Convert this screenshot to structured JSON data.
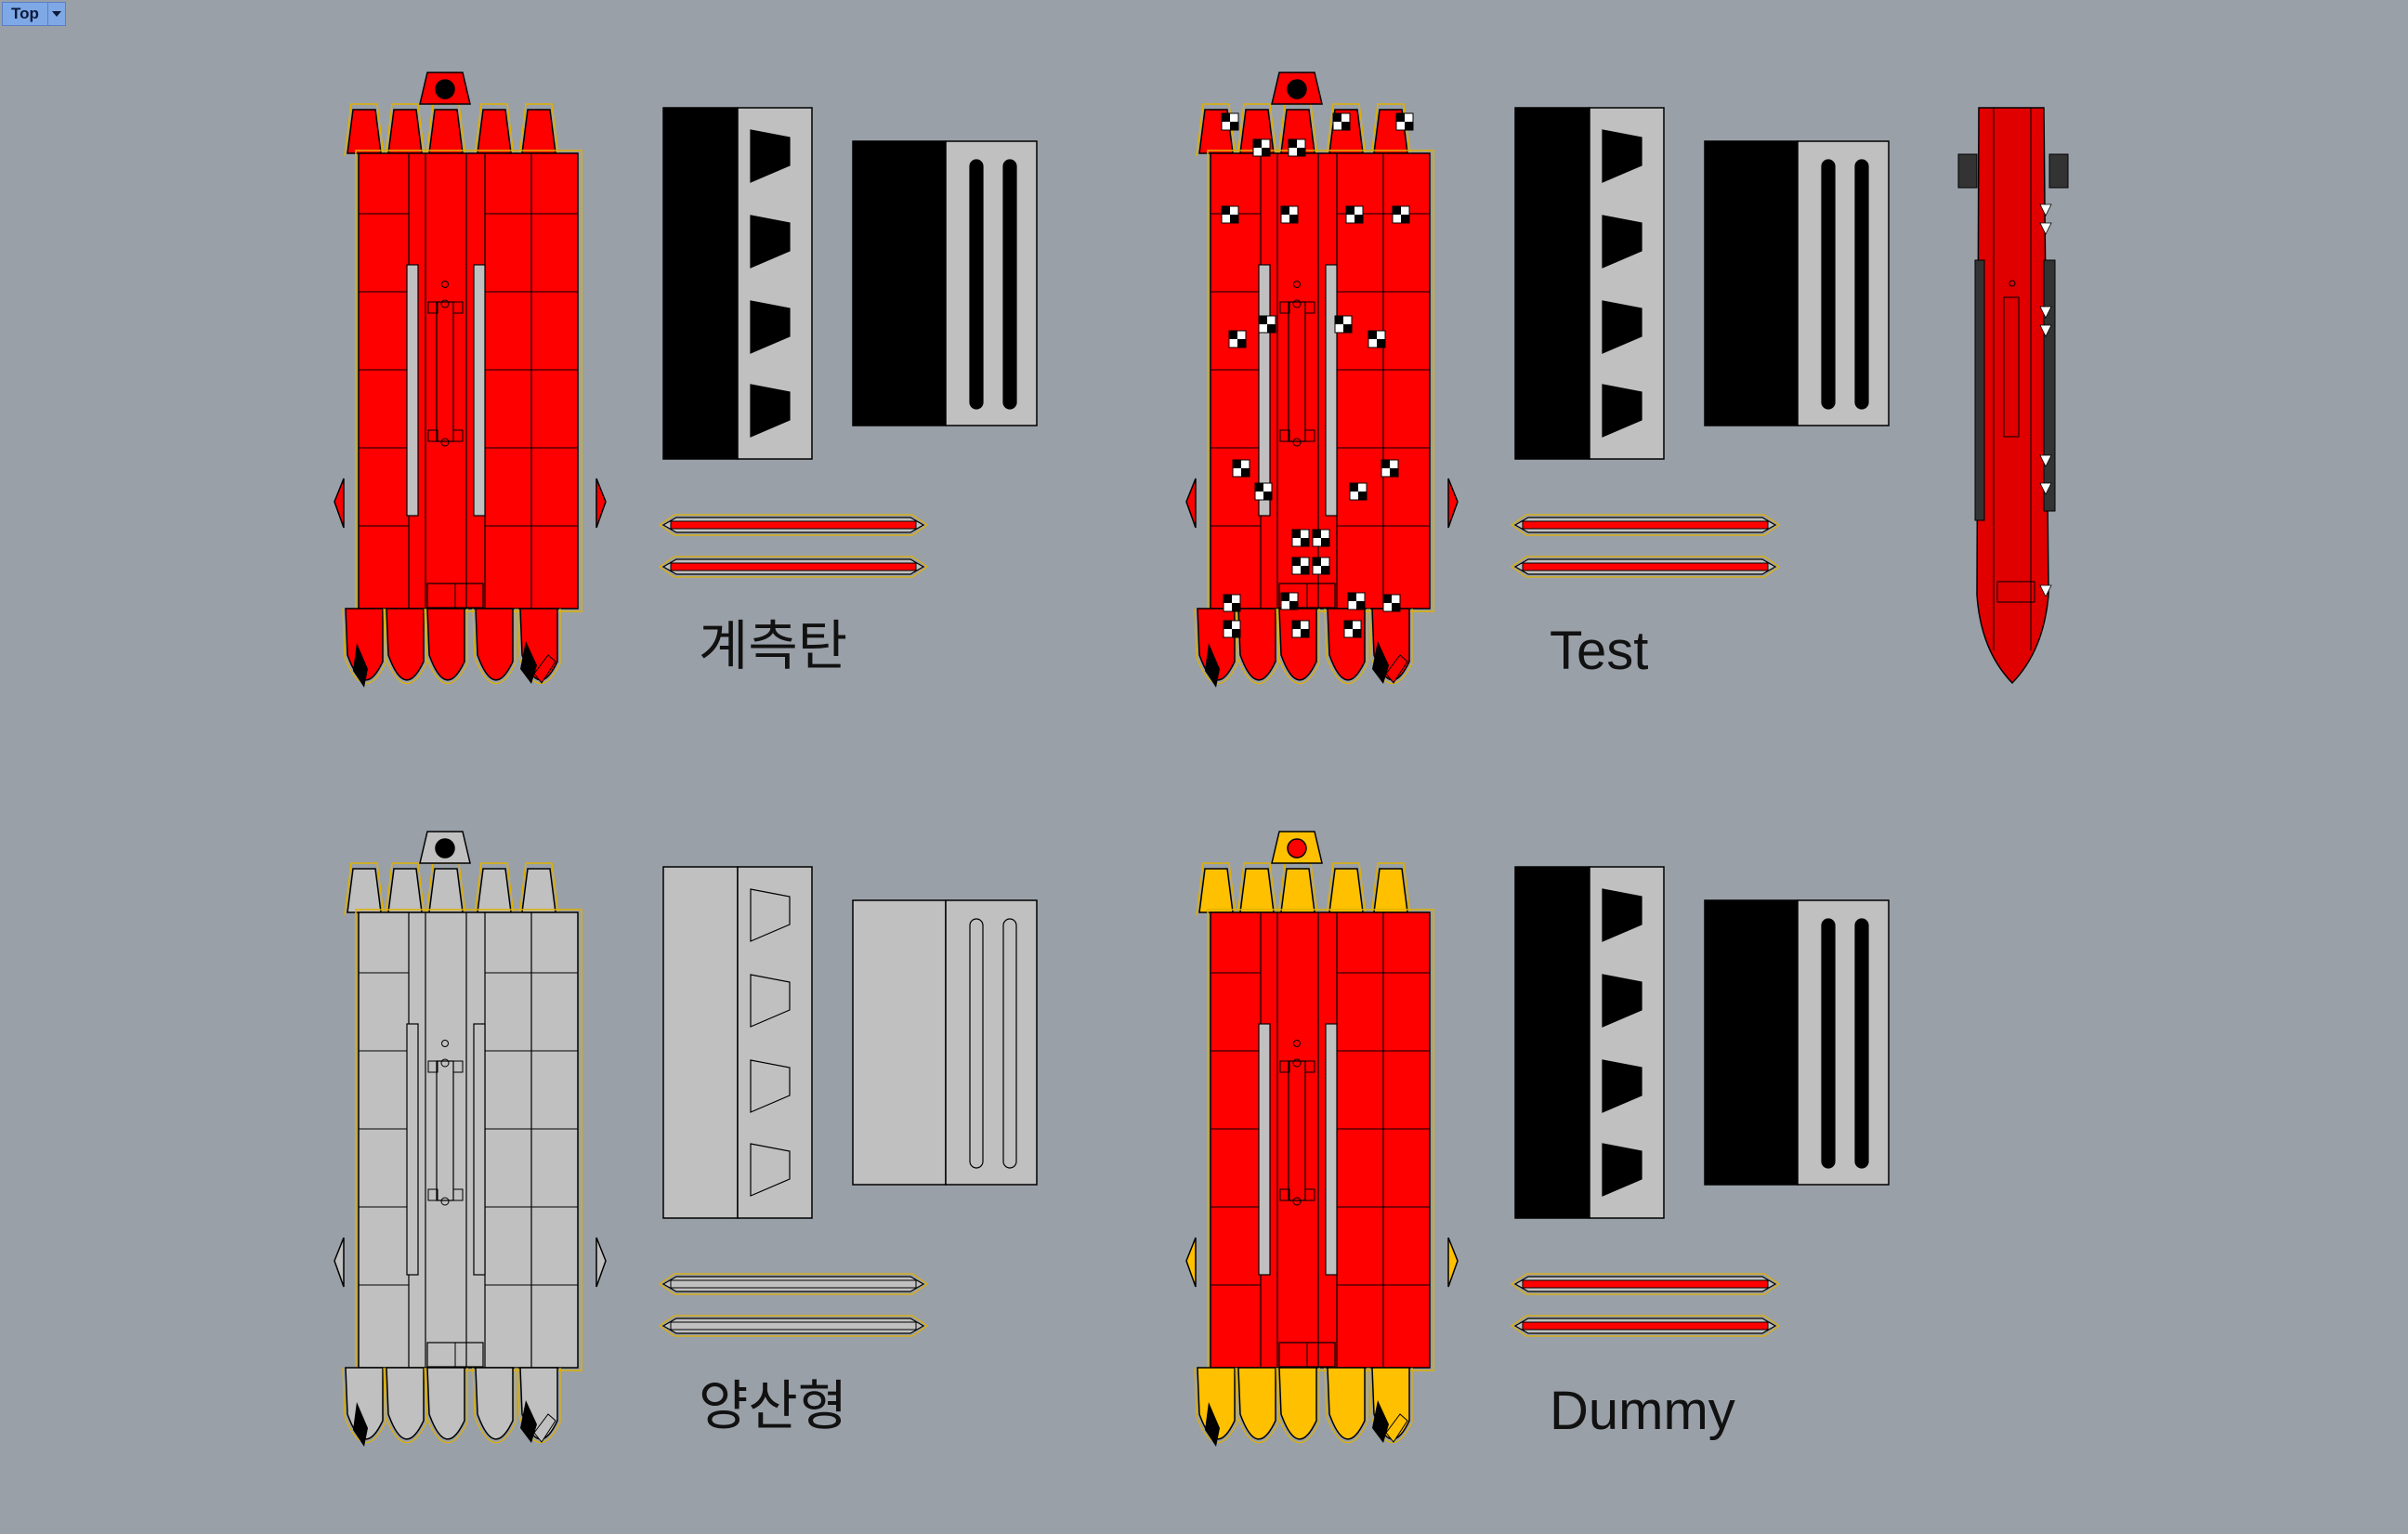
{
  "viewport": {
    "name": "Top",
    "background": "#9aa0a8"
  },
  "colors": {
    "red": "#ff0000",
    "grey": "#c0c0c0",
    "yellow": "#ffc000",
    "black": "#000000",
    "outline": "#e0b000"
  },
  "sheets": [
    {
      "id": "instrumented",
      "label": "계측탄",
      "body": "#ff0000",
      "fins": "#ff0000",
      "patch": "#000000",
      "pad": "#000000",
      "checker": false
    },
    {
      "id": "test",
      "label": "Test",
      "body": "#ff0000",
      "fins": "#ff0000",
      "patch": "#000000",
      "pad": "#000000",
      "checker": true
    },
    {
      "id": "production",
      "label": "양산형",
      "body": "#c0c0c0",
      "fins": "#c0c0c0",
      "patch": "#c0c0c0",
      "pad": "#000000",
      "checker": false
    },
    {
      "id": "dummy",
      "label": "Dummy",
      "body": "#ff0000",
      "fins": "#ffc000",
      "patch": "#000000",
      "pad": "#ff0000",
      "checker": false
    }
  ]
}
